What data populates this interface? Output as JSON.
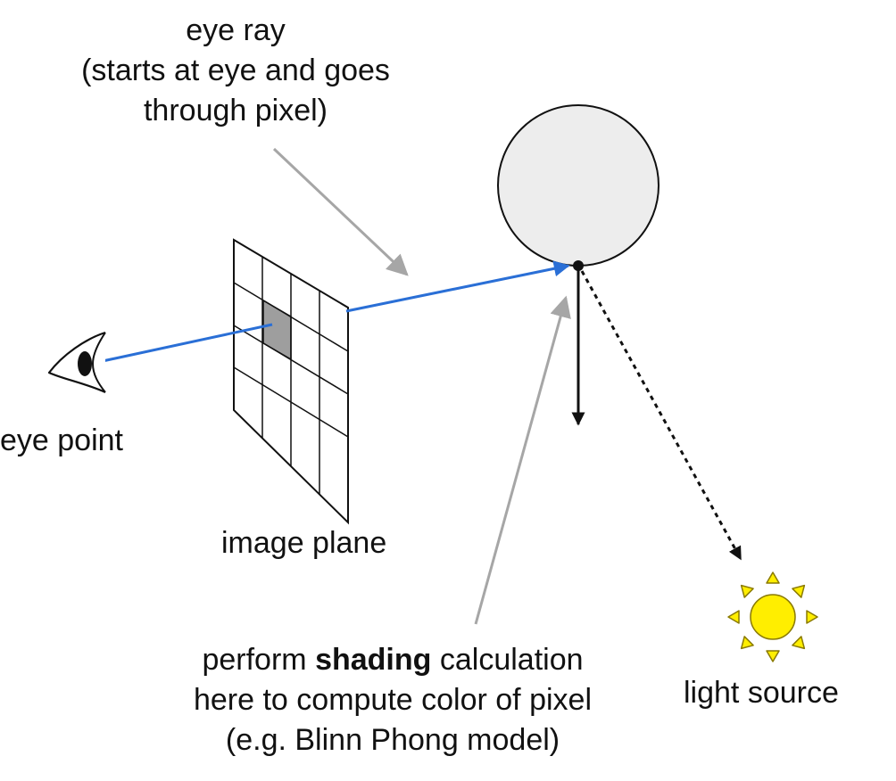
{
  "labels": {
    "eye_ray": [
      "eye ray",
      "(starts at eye and goes",
      "through pixel)"
    ],
    "eye_point": "eye point",
    "image_plane": "image plane",
    "shading": {
      "line1_prefix": "perform ",
      "line1_bold": "shading",
      "line1_suffix": " calculation",
      "line2": "here to compute color of pixel",
      "line3": "(e.g. Blinn Phong model)"
    },
    "light_source": "light source"
  },
  "colors": {
    "ray": "#2a6fd6",
    "pointer": "#a6a6a6",
    "sphere_fill": "#ededed",
    "pixel_fill": "#9e9e9e",
    "grid": "#111111",
    "sun_fill": "#ffee00",
    "sun_stroke": "#8a7a00"
  },
  "icons": {
    "eye": "eye-icon",
    "sun": "sun-icon"
  }
}
